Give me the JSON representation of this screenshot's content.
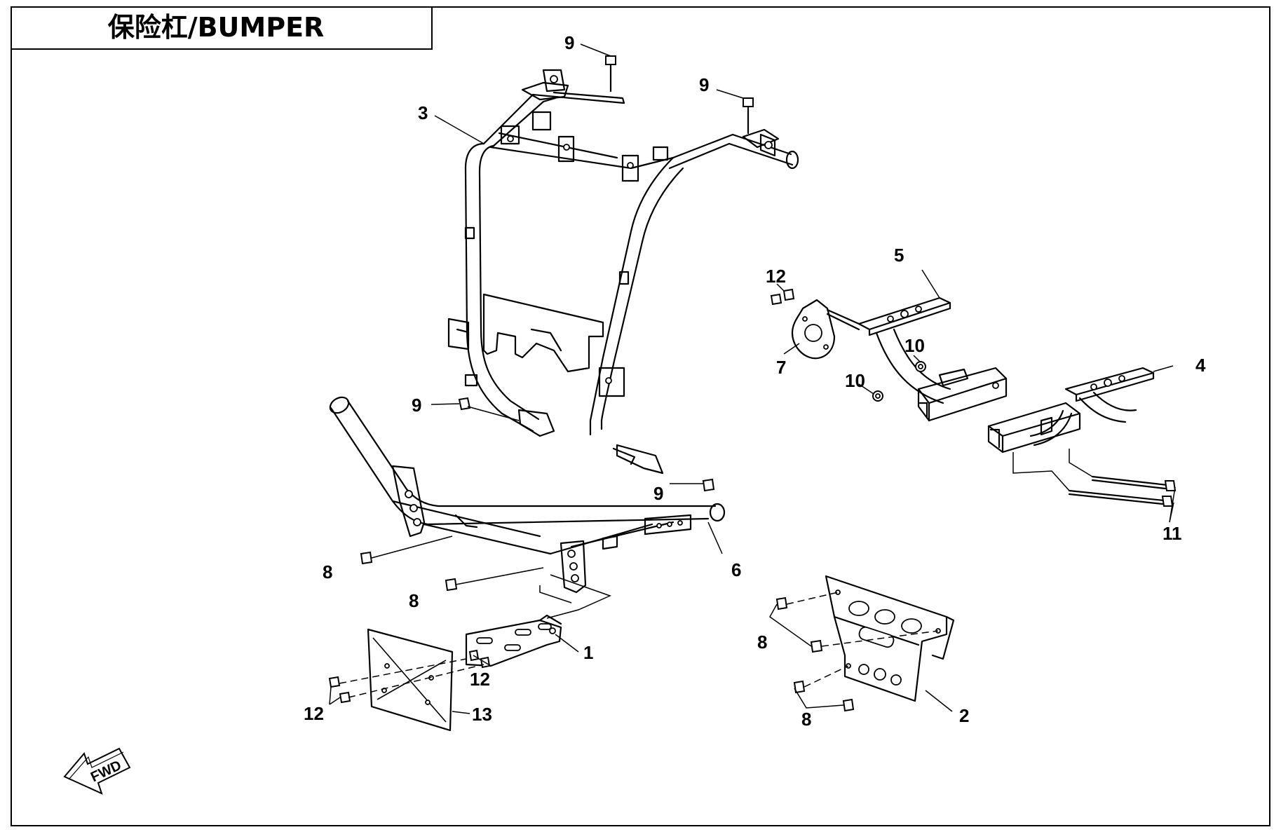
{
  "title": "保险杠/BUMPER",
  "callouts": {
    "c1": "1",
    "c2": "2",
    "c3": "3",
    "c4": "4",
    "c5": "5",
    "c6": "6",
    "c7": "7",
    "c8a": "8",
    "c8b": "8",
    "c8c": "8",
    "c8d": "8",
    "c9a": "9",
    "c9b": "9",
    "c9c": "9",
    "c9d": "9",
    "c10a": "10",
    "c10b": "10",
    "c11": "11",
    "c12a": "12",
    "c12b": "12",
    "c12c": "12",
    "c13": "13"
  },
  "fwd": "FWD"
}
